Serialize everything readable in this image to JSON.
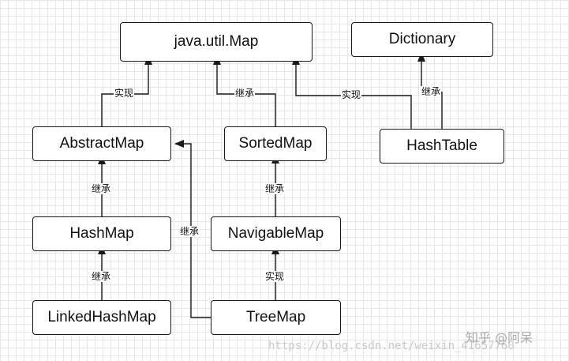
{
  "diagram": {
    "nodes": {
      "java_util_map": "java.util.Map",
      "dictionary": "Dictionary",
      "abstract_map": "AbstractMap",
      "sorted_map": "SortedMap",
      "hash_table": "HashTable",
      "hash_map": "HashMap",
      "navigable_map": "NavigableMap",
      "linked_hash_map": "LinkedHashMap",
      "tree_map": "TreeMap"
    },
    "edges": [
      {
        "from": "AbstractMap",
        "to": "java.util.Map",
        "label": "实现"
      },
      {
        "from": "SortedMap",
        "to": "java.util.Map",
        "label": "继承"
      },
      {
        "from": "HashTable",
        "to": "java.util.Map",
        "label": "实现"
      },
      {
        "from": "HashTable",
        "to": "Dictionary",
        "label": "继承"
      },
      {
        "from": "HashMap",
        "to": "AbstractMap",
        "label": "继承"
      },
      {
        "from": "TreeMap",
        "to": "AbstractMap",
        "label": "继承"
      },
      {
        "from": "NavigableMap",
        "to": "SortedMap",
        "label": "继承"
      },
      {
        "from": "LinkedHashMap",
        "to": "HashMap",
        "label": "继承"
      },
      {
        "from": "TreeMap",
        "to": "NavigableMap",
        "label": "实现"
      }
    ],
    "line_color": "#1a1a1a"
  },
  "watermark": {
    "url": "https://blog.csdn.net/weixin_41657760",
    "author": "知乎 @阿呆"
  }
}
